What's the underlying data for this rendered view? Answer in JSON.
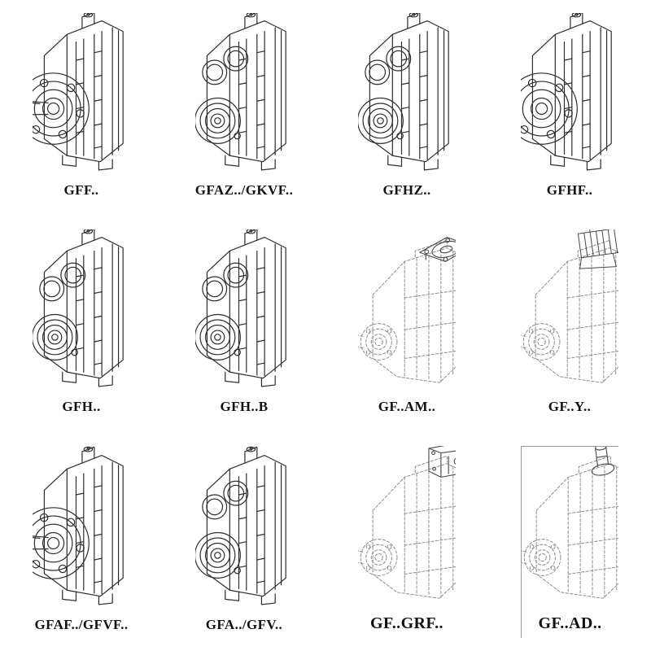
{
  "style": {
    "background": "#ffffff",
    "line_color": "#2e2e2e",
    "phantom_line_color": "#8f8f8f",
    "label_color": "#121212"
  },
  "products": [
    {
      "label": "GFF..",
      "drawing": "gearbox-output-flange-solid-shaft-drawing"
    },
    {
      "label": "GFAZ../GKVF..",
      "drawing": "gearbox-hollow-shaft-drawing"
    },
    {
      "label": "GFHZ..",
      "drawing": "gearbox-hollow-shaft-shrink-disc-drawing"
    },
    {
      "label": "GFHF..",
      "drawing": "gearbox-hollow-shaft-flange-drawing"
    },
    {
      "label": "GFH..",
      "drawing": "gearbox-hollow-shaft-drawing"
    },
    {
      "label": "GFH..B",
      "drawing": "gearbox-hollow-shaft-foot-drawing"
    },
    {
      "label": "GF..AM..",
      "drawing": "phantom-gearbox-iec-motor-flange-drawing"
    },
    {
      "label": "GF..Y..",
      "drawing": "phantom-gearbox-mounted-motor-drawing"
    },
    {
      "label": "GFAF../GFVF..",
      "drawing": "gearbox-output-flange-solid-shaft-drawing"
    },
    {
      "label": "GFA../GFV..",
      "drawing": "gearbox-hollow-shaft-drawing"
    },
    {
      "label": "GF..GRF..",
      "drawing": "phantom-gearbox-adapter-drawing"
    },
    {
      "label": "GF..AD..",
      "drawing": "phantom-gearbox-input-shaft-adapter-drawing"
    }
  ]
}
